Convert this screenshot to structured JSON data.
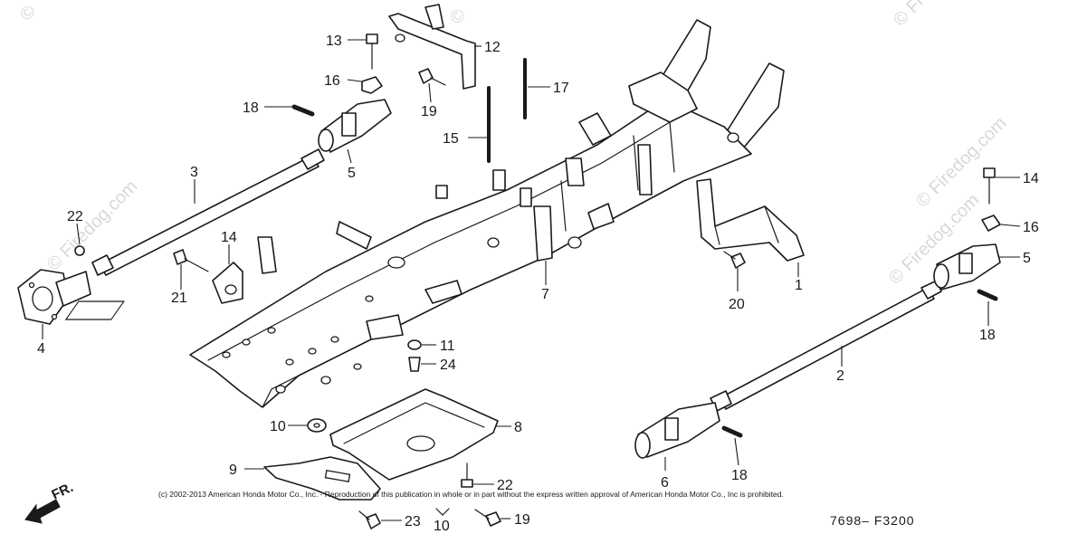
{
  "watermark": {
    "texts": [
      "©",
      "©",
      "© Firedog.com",
      "© Firedog.com",
      "© Firedog.com",
      "© Fi"
    ]
  },
  "callouts": [
    {
      "id": "c1",
      "label": "1"
    },
    {
      "id": "c2",
      "label": "2"
    },
    {
      "id": "c3",
      "label": "3"
    },
    {
      "id": "c4",
      "label": "4"
    },
    {
      "id": "c5a",
      "label": "5"
    },
    {
      "id": "c5b",
      "label": "5"
    },
    {
      "id": "c6",
      "label": "6"
    },
    {
      "id": "c7",
      "label": "7"
    },
    {
      "id": "c8",
      "label": "8"
    },
    {
      "id": "c9",
      "label": "9"
    },
    {
      "id": "c10a",
      "label": "10"
    },
    {
      "id": "c10b",
      "label": "10"
    },
    {
      "id": "c11",
      "label": "11"
    },
    {
      "id": "c12",
      "label": "12"
    },
    {
      "id": "c13",
      "label": "13"
    },
    {
      "id": "c14a",
      "label": "14"
    },
    {
      "id": "c14b",
      "label": "14"
    },
    {
      "id": "c15",
      "label": "15"
    },
    {
      "id": "c16a",
      "label": "16"
    },
    {
      "id": "c16b",
      "label": "16"
    },
    {
      "id": "c17",
      "label": "17"
    },
    {
      "id": "c18a",
      "label": "18"
    },
    {
      "id": "c18b",
      "label": "18"
    },
    {
      "id": "c18c",
      "label": "18"
    },
    {
      "id": "c19a",
      "label": "19"
    },
    {
      "id": "c19b",
      "label": "19"
    },
    {
      "id": "c20",
      "label": "20"
    },
    {
      "id": "c21",
      "label": "21"
    },
    {
      "id": "c22a",
      "label": "22"
    },
    {
      "id": "c22b",
      "label": "22"
    },
    {
      "id": "c23",
      "label": "23"
    },
    {
      "id": "c24",
      "label": "24"
    }
  ],
  "front_marker": "FR.",
  "copyright": "(c) 2002-2013 American Honda Motor Co., Inc. - Reproduction of this publication in whole or in part without the express written approval of American Honda Motor Co., Inc is prohibited.",
  "diagram_code": "7698– F3200"
}
